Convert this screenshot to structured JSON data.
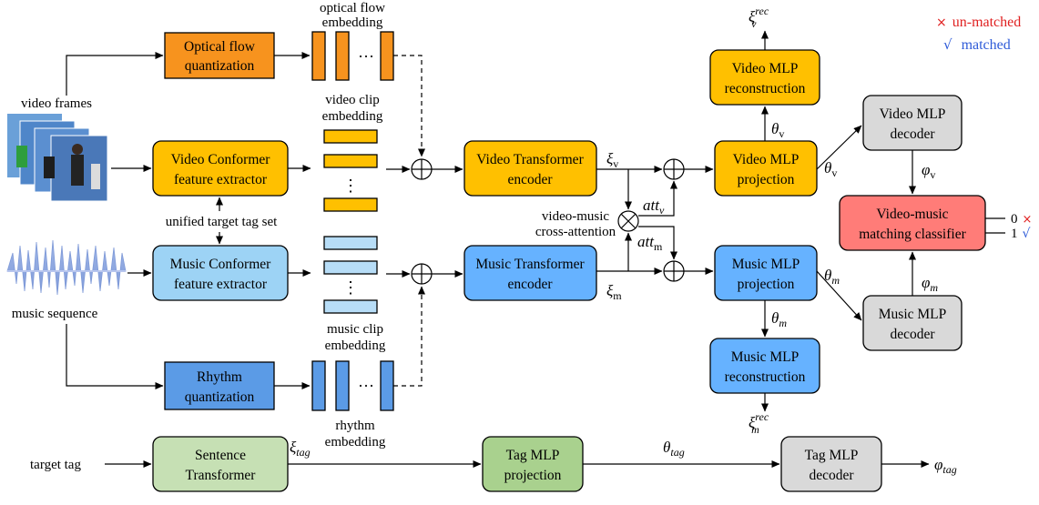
{
  "boxes": {
    "optical_flow_quantization": [
      "Optical flow",
      "quantization"
    ],
    "video_conformer": [
      "Video Conformer",
      "feature extractor"
    ],
    "music_conformer": [
      "Music Conformer",
      "feature extractor"
    ],
    "rhythm_quantization": [
      "Rhythm",
      "quantization"
    ],
    "video_transformer": [
      "Video Transformer",
      "encoder"
    ],
    "music_transformer": [
      "Music Transformer",
      "encoder"
    ],
    "video_mlp_reconstruction": [
      "Video MLP",
      "reconstruction"
    ],
    "video_mlp_projection": [
      "Video MLP",
      "projection"
    ],
    "music_mlp_projection": [
      "Music MLP",
      "projection"
    ],
    "music_mlp_reconstruction": [
      "Music MLP",
      "reconstruction"
    ],
    "video_mlp_decoder": [
      "Video MLP",
      "decoder"
    ],
    "music_mlp_decoder": [
      "Music MLP",
      "decoder"
    ],
    "matching_classifier": [
      "Video-music",
      "matching classifier"
    ],
    "sentence_transformer": [
      "Sentence",
      "Transformer"
    ],
    "tag_mlp_projection": [
      "Tag MLP",
      "projection"
    ],
    "tag_mlp_decoder": [
      "Tag MLP",
      "decoder"
    ]
  },
  "labels": {
    "video_frames": "video frames",
    "music_sequence": "music sequence",
    "unified_tag_set": "unified target tag set",
    "optical_flow_embedding": [
      "optical flow",
      "embedding"
    ],
    "video_clip_embedding": [
      "video clip",
      "embedding"
    ],
    "music_clip_embedding": [
      "music clip",
      "embedding"
    ],
    "rhythm_embedding": [
      "rhythm",
      "embedding"
    ],
    "cross_attention": [
      "video-music",
      "cross-attention"
    ],
    "target_tag": "target tag",
    "ellipsis": "···",
    "vdots": "⋮"
  },
  "symbols": {
    "xi_v": "ξ",
    "xi_v_sub": "v",
    "xi_m": "ξ",
    "xi_m_sub": "m",
    "att_v": "att",
    "att_v_sub": "v",
    "att_m": "att",
    "att_m_sub": "m",
    "theta_v": "θ",
    "theta_v_sub": "v",
    "theta_m": "θ",
    "theta_m_sub": "m",
    "phi_v": "φ",
    "phi_v_sub": "v",
    "phi_m": "φ",
    "phi_m_sub": "m",
    "xi_v_rec": "ξ",
    "xi_v_rec_sub": "v",
    "xi_v_rec_sup": "rec",
    "xi_m_rec": "ξ",
    "xi_m_rec_sub": "m",
    "xi_m_rec_sup": "rec",
    "xi_tag": "ξ",
    "xi_tag_sub": "tag",
    "theta_tag": "θ",
    "theta_tag_sub": "tag",
    "phi_tag": "φ",
    "phi_tag_sub": "tag"
  },
  "legend": {
    "unmatched_mark": "×",
    "unmatched_label": "un-matched",
    "matched_mark": "√",
    "matched_label": "matched"
  },
  "outputs": {
    "zero": "0",
    "zero_mark": "×",
    "one": "1",
    "one_mark": "√"
  },
  "colors": {
    "orange": "#F7931E",
    "yellow": "#FFC000",
    "light_blue": "#9DD3F5",
    "blue": "#5B9BE6",
    "mid_blue": "#66B2FF",
    "gray": "#D9D9D9",
    "red": "#FF7C78",
    "green_light": "#C6E0B4",
    "green": "#A9D18E",
    "legend_red": "#E02020",
    "legend_blue": "#2E5BD8"
  }
}
